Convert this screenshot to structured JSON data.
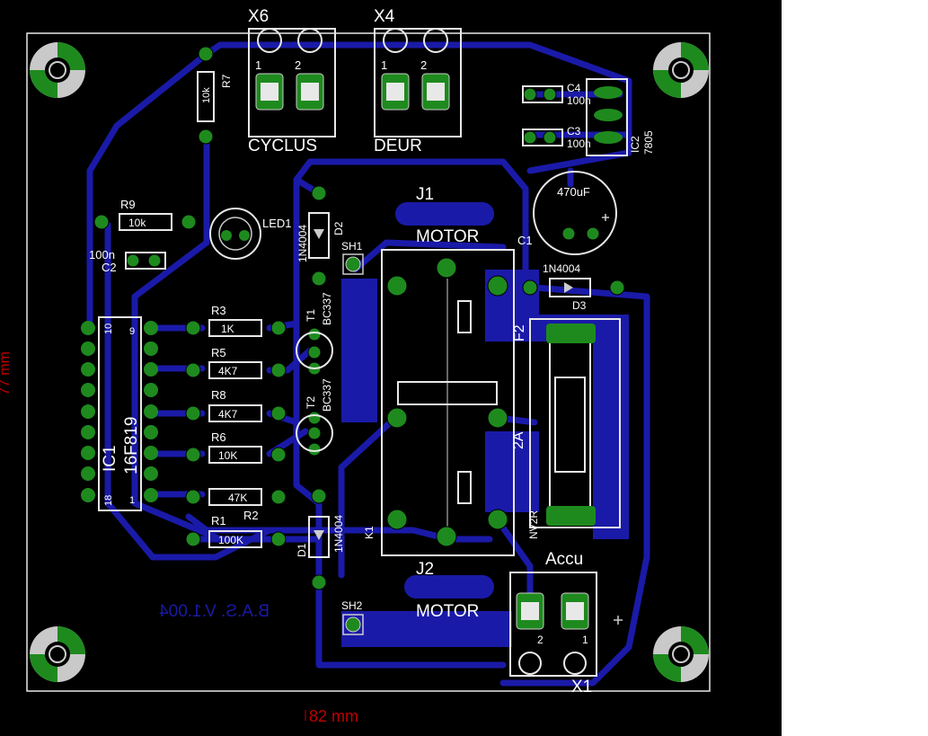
{
  "colors": {
    "background": "#000000",
    "trace": "#1a1aa8",
    "pad": "#1e8a1e",
    "silkscreen": "#ffffff",
    "dimension": "#c00000"
  },
  "connectors": {
    "x6": {
      "ref": "X6",
      "name": "CYCLUS",
      "pin1": "1",
      "pin2": "2"
    },
    "x4": {
      "ref": "X4",
      "name": "DEUR",
      "pin1": "1",
      "pin2": "2"
    },
    "x1": {
      "ref": "X1",
      "name": "Accu",
      "pin1": "2",
      "pin2": "1"
    }
  },
  "jumpers": {
    "j1": {
      "ref": "J1",
      "name": "MOTOR"
    },
    "j2": {
      "ref": "J2",
      "name": "MOTOR"
    }
  },
  "parts": {
    "r7": {
      "ref": "R7",
      "value": "10k"
    },
    "r9": {
      "ref": "R9",
      "value": "10k"
    },
    "c2": {
      "ref": "C2",
      "value": "100n"
    },
    "led": {
      "ref": "LED1"
    },
    "d2": {
      "ref": "D2",
      "value": "1N4004"
    },
    "sh1": {
      "ref": "SH1"
    },
    "sh2": {
      "ref": "SH2"
    },
    "t1": {
      "ref": "T1",
      "value": "BC337"
    },
    "t2": {
      "ref": "T2",
      "value": "BC337"
    },
    "r3": {
      "ref": "R3",
      "value": "1K"
    },
    "r5": {
      "ref": "R5",
      "value": "4K7"
    },
    "r8": {
      "ref": "R8",
      "value": "4K7"
    },
    "r6": {
      "ref": "R6",
      "value": "10K"
    },
    "r2": {
      "ref": "R2",
      "value": "47K"
    },
    "r1": {
      "ref": "R1",
      "value": "100K"
    },
    "ic1": {
      "ref": "IC1",
      "value": "16F819",
      "pin_top_left": "10",
      "pin_top_right": "9",
      "pin_bottom_left": "18",
      "pin_bottom_right": "1"
    },
    "d1": {
      "ref": "D1",
      "value": "1N4004"
    },
    "k1": {
      "ref": "K1"
    },
    "c4": {
      "ref": "C4",
      "value": "100n"
    },
    "c3": {
      "ref": "C3",
      "value": "100n"
    },
    "ic2": {
      "ref": "IC2",
      "value": "7805"
    },
    "c1": {
      "ref": "C1",
      "value": "470uF"
    },
    "d3": {
      "ref": "D3",
      "value": "1N4004"
    },
    "f2": {
      "ref": "F2",
      "value": "2A",
      "holder": "NV2R"
    }
  },
  "board_text": "B.A.S. V.1.004",
  "dimensions": {
    "width": "82 mm",
    "height": "77 mm"
  }
}
